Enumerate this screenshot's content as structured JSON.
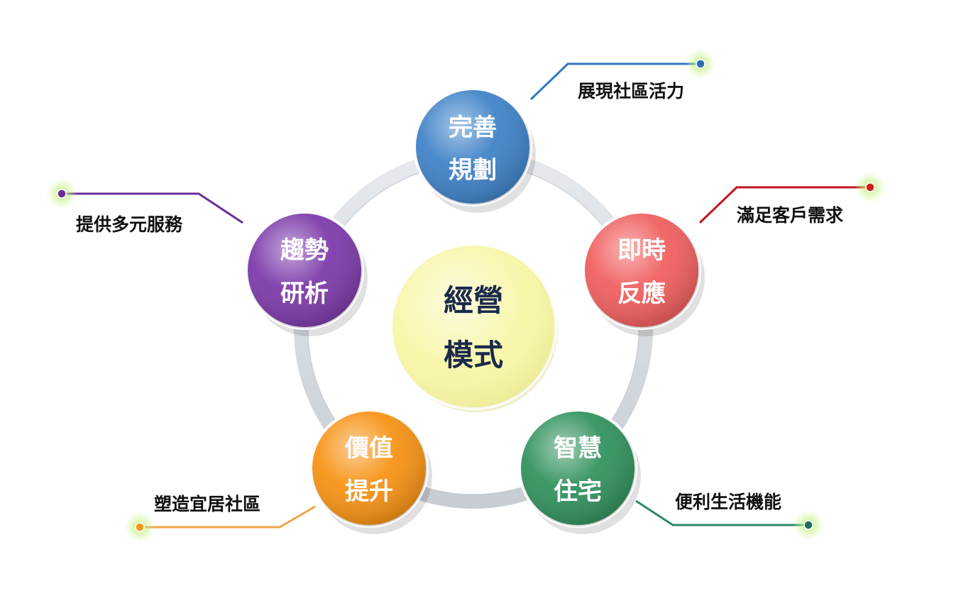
{
  "center": {
    "line1": "經營",
    "line2": "模式",
    "fill": "#f6f5a0"
  },
  "nodes": [
    {
      "id": "top",
      "line1": "完善",
      "line2": "規劃",
      "color": "#3a7fc6",
      "callout": "展現社區活力",
      "callout_color": "#2f78c0",
      "dot_color": "#2f6bb3"
    },
    {
      "id": "right",
      "line1": "即時",
      "line2": "反應",
      "color": "#f05b5b",
      "callout": "滿足客戶需求",
      "callout_color": "#c0161c",
      "dot_color": "#d21b1b"
    },
    {
      "id": "bottom-right",
      "line1": "智慧",
      "line2": "住宅",
      "color": "#2d8f5a",
      "callout": "便利生活機能",
      "callout_color": "#2c8a66",
      "dot_color": "#1f6e55"
    },
    {
      "id": "bottom-left",
      "line1": "價值",
      "line2": "提升",
      "color": "#f7900f",
      "callout": "塑造宜居社區",
      "callout_color": "#f0a24a",
      "dot_color": "#f09a1a"
    },
    {
      "id": "left",
      "line1": "趨勢",
      "line2": "研析",
      "color": "#7a36a8",
      "callout": "提供多元服務",
      "callout_color": "#6a2d96",
      "dot_color": "#6a2d96"
    }
  ]
}
